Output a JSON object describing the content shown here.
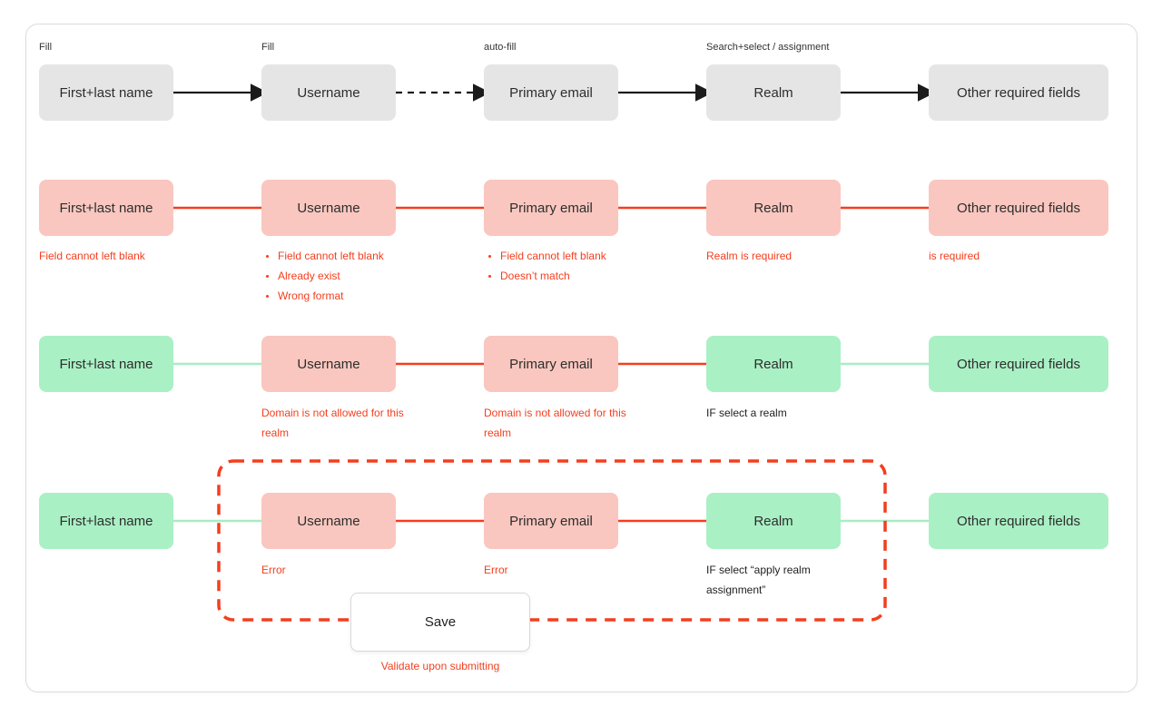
{
  "colors": {
    "gray_box": "#e5e5e5",
    "pink_box": "#f9c7bf",
    "green_box": "#aaf0c5",
    "red": "#f43e1e",
    "green_line": "#a8edc4",
    "arrow_black": "#1b1b1b"
  },
  "row1": {
    "annotations": [
      "Fill",
      "Fill",
      "auto-fill",
      "Search+select / assignment"
    ],
    "boxes": [
      "First+last name",
      "Username",
      "Primary email",
      "Realm",
      "Other required fields"
    ]
  },
  "row2": {
    "boxes": [
      "First+last name",
      "Username",
      "Primary email",
      "Realm",
      "Other required fields"
    ],
    "notes": {
      "first_last_name": "Field cannot left blank",
      "username_bullets": [
        "Field cannot left blank",
        "Already exist",
        "Wrong format"
      ],
      "primary_email_bullets": [
        "Field cannot left blank",
        "Doesn’t match"
      ],
      "realm": "Realm is required",
      "other_fields": "is required"
    }
  },
  "row3": {
    "boxes": [
      "First+last name",
      "Username",
      "Primary email",
      "Realm",
      "Other required fields"
    ],
    "notes": {
      "username": "Domain is not allowed for this realm",
      "primary_email": "Domain is not allowed for this realm",
      "realm": "IF select a realm"
    }
  },
  "row4": {
    "boxes": [
      "First+last name",
      "Username",
      "Primary email",
      "Realm",
      "Other required fields"
    ],
    "notes": {
      "username": "Error",
      "primary_email": "Error",
      "realm": "IF select “apply realm assignment”"
    }
  },
  "save": {
    "label": "Save",
    "note": "Validate upon submitting"
  }
}
